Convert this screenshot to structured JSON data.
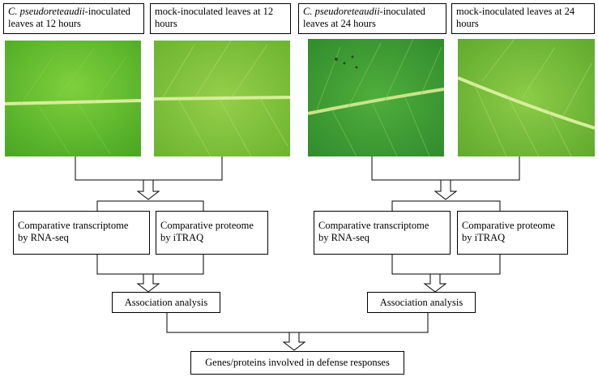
{
  "top_labels": [
    {
      "species": "C. pseudoreteaudii",
      "rest": "-inoculated",
      "line2": "leaves at 12 hours"
    },
    {
      "line1": "mock-inoculated leaves at 12",
      "line2": "hours"
    },
    {
      "species": "C. pseudoreteaudii",
      "rest": "-inoculated",
      "line2": "leaves at 24 hours"
    },
    {
      "line1": "mock-inoculated leaves at 24",
      "line2": "hours"
    }
  ],
  "left": {
    "transcriptome": {
      "line1": "Comparative transcriptome",
      "line2": "by RNA-seq"
    },
    "proteome": {
      "line1": "Comparative proteome",
      "line2": "by iTRAQ"
    },
    "association": "Association analysis"
  },
  "right": {
    "transcriptome": {
      "line1": "Comparative transcriptome",
      "line2": "by RNA-seq"
    },
    "proteome": {
      "line1": "Comparative proteome",
      "line2": "by iTRAQ"
    },
    "association": "Association analysis"
  },
  "final": "Genes/proteins involved in defense responses",
  "colors": {
    "leaf_12h_inoculated": "#5fbe2c",
    "leaf_12h_mock": "#80c238",
    "leaf_24h_inoculated": "#3e9a32",
    "leaf_24h_mock": "#74bd38",
    "vein": "#d6ee9a"
  }
}
